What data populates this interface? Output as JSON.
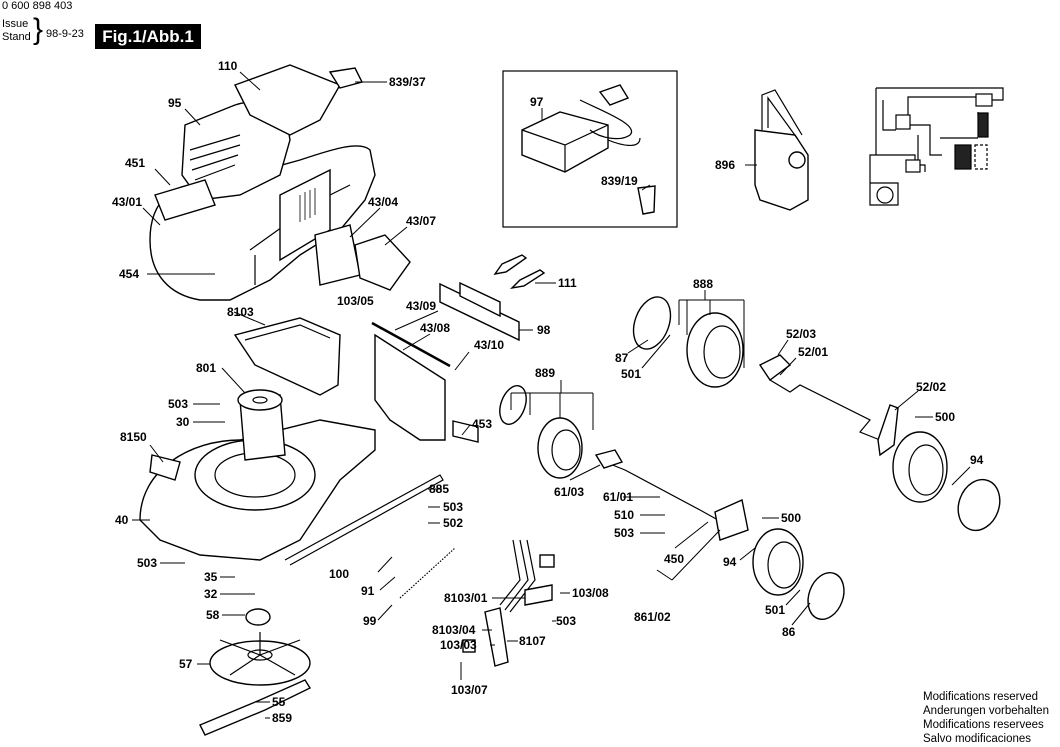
{
  "header": {
    "document_number": "0 600 898 403",
    "issue_label": "Issue",
    "stand_label": "Stand",
    "issue_date": "98-9-23",
    "figure_label": "Fig.1/Abb.1"
  },
  "footer_notes": [
    "Modifications reserved",
    "Anderungen vorbehalten",
    "Modifications reservees",
    "Salvo modificaciones"
  ],
  "part_labels": {
    "p110": "110",
    "p839_37": "839/37",
    "p95": "95",
    "p451": "451",
    "p43_01": "43/01",
    "p43_04": "43/04",
    "p43_07": "43/07",
    "p454": "454",
    "p97": "97",
    "p839_19": "839/19",
    "p896": "896",
    "p111": "111",
    "p98": "98",
    "p8103": "8103",
    "p103_05": "103/05",
    "p43_09": "43/09",
    "p43_08": "43/08",
    "p43_10": "43/10",
    "p801": "801",
    "p503_a": "503",
    "p30": "30",
    "p8150": "8150",
    "p453": "453",
    "p889": "889",
    "p888": "888",
    "p87": "87",
    "p501_a": "501",
    "p52_03": "52/03",
    "p52_01": "52/01",
    "p52_02": "52/02",
    "p500_a": "500",
    "p94_a": "94",
    "p885": "885",
    "p503_b": "503",
    "p502": "502",
    "p40": "40",
    "p61_03": "61/03",
    "p61_01": "61/01",
    "p510": "510",
    "p503_c": "503",
    "p500_b": "500",
    "p450": "450",
    "p94_b": "94",
    "p861_02": "861/02",
    "p501_b": "501",
    "p86": "86",
    "p503_d": "503",
    "p35": "35",
    "p32": "32",
    "p100": "100",
    "p91": "91",
    "p99": "99",
    "p58": "58",
    "p8103_01": "8103/01",
    "p103_08": "103/08",
    "p503_e": "503",
    "p8103_04": "8103/04",
    "p103_03": "103/03",
    "p8107": "8107",
    "p103_07": "103/07",
    "p57": "57",
    "p55": "55",
    "p859": "859"
  }
}
